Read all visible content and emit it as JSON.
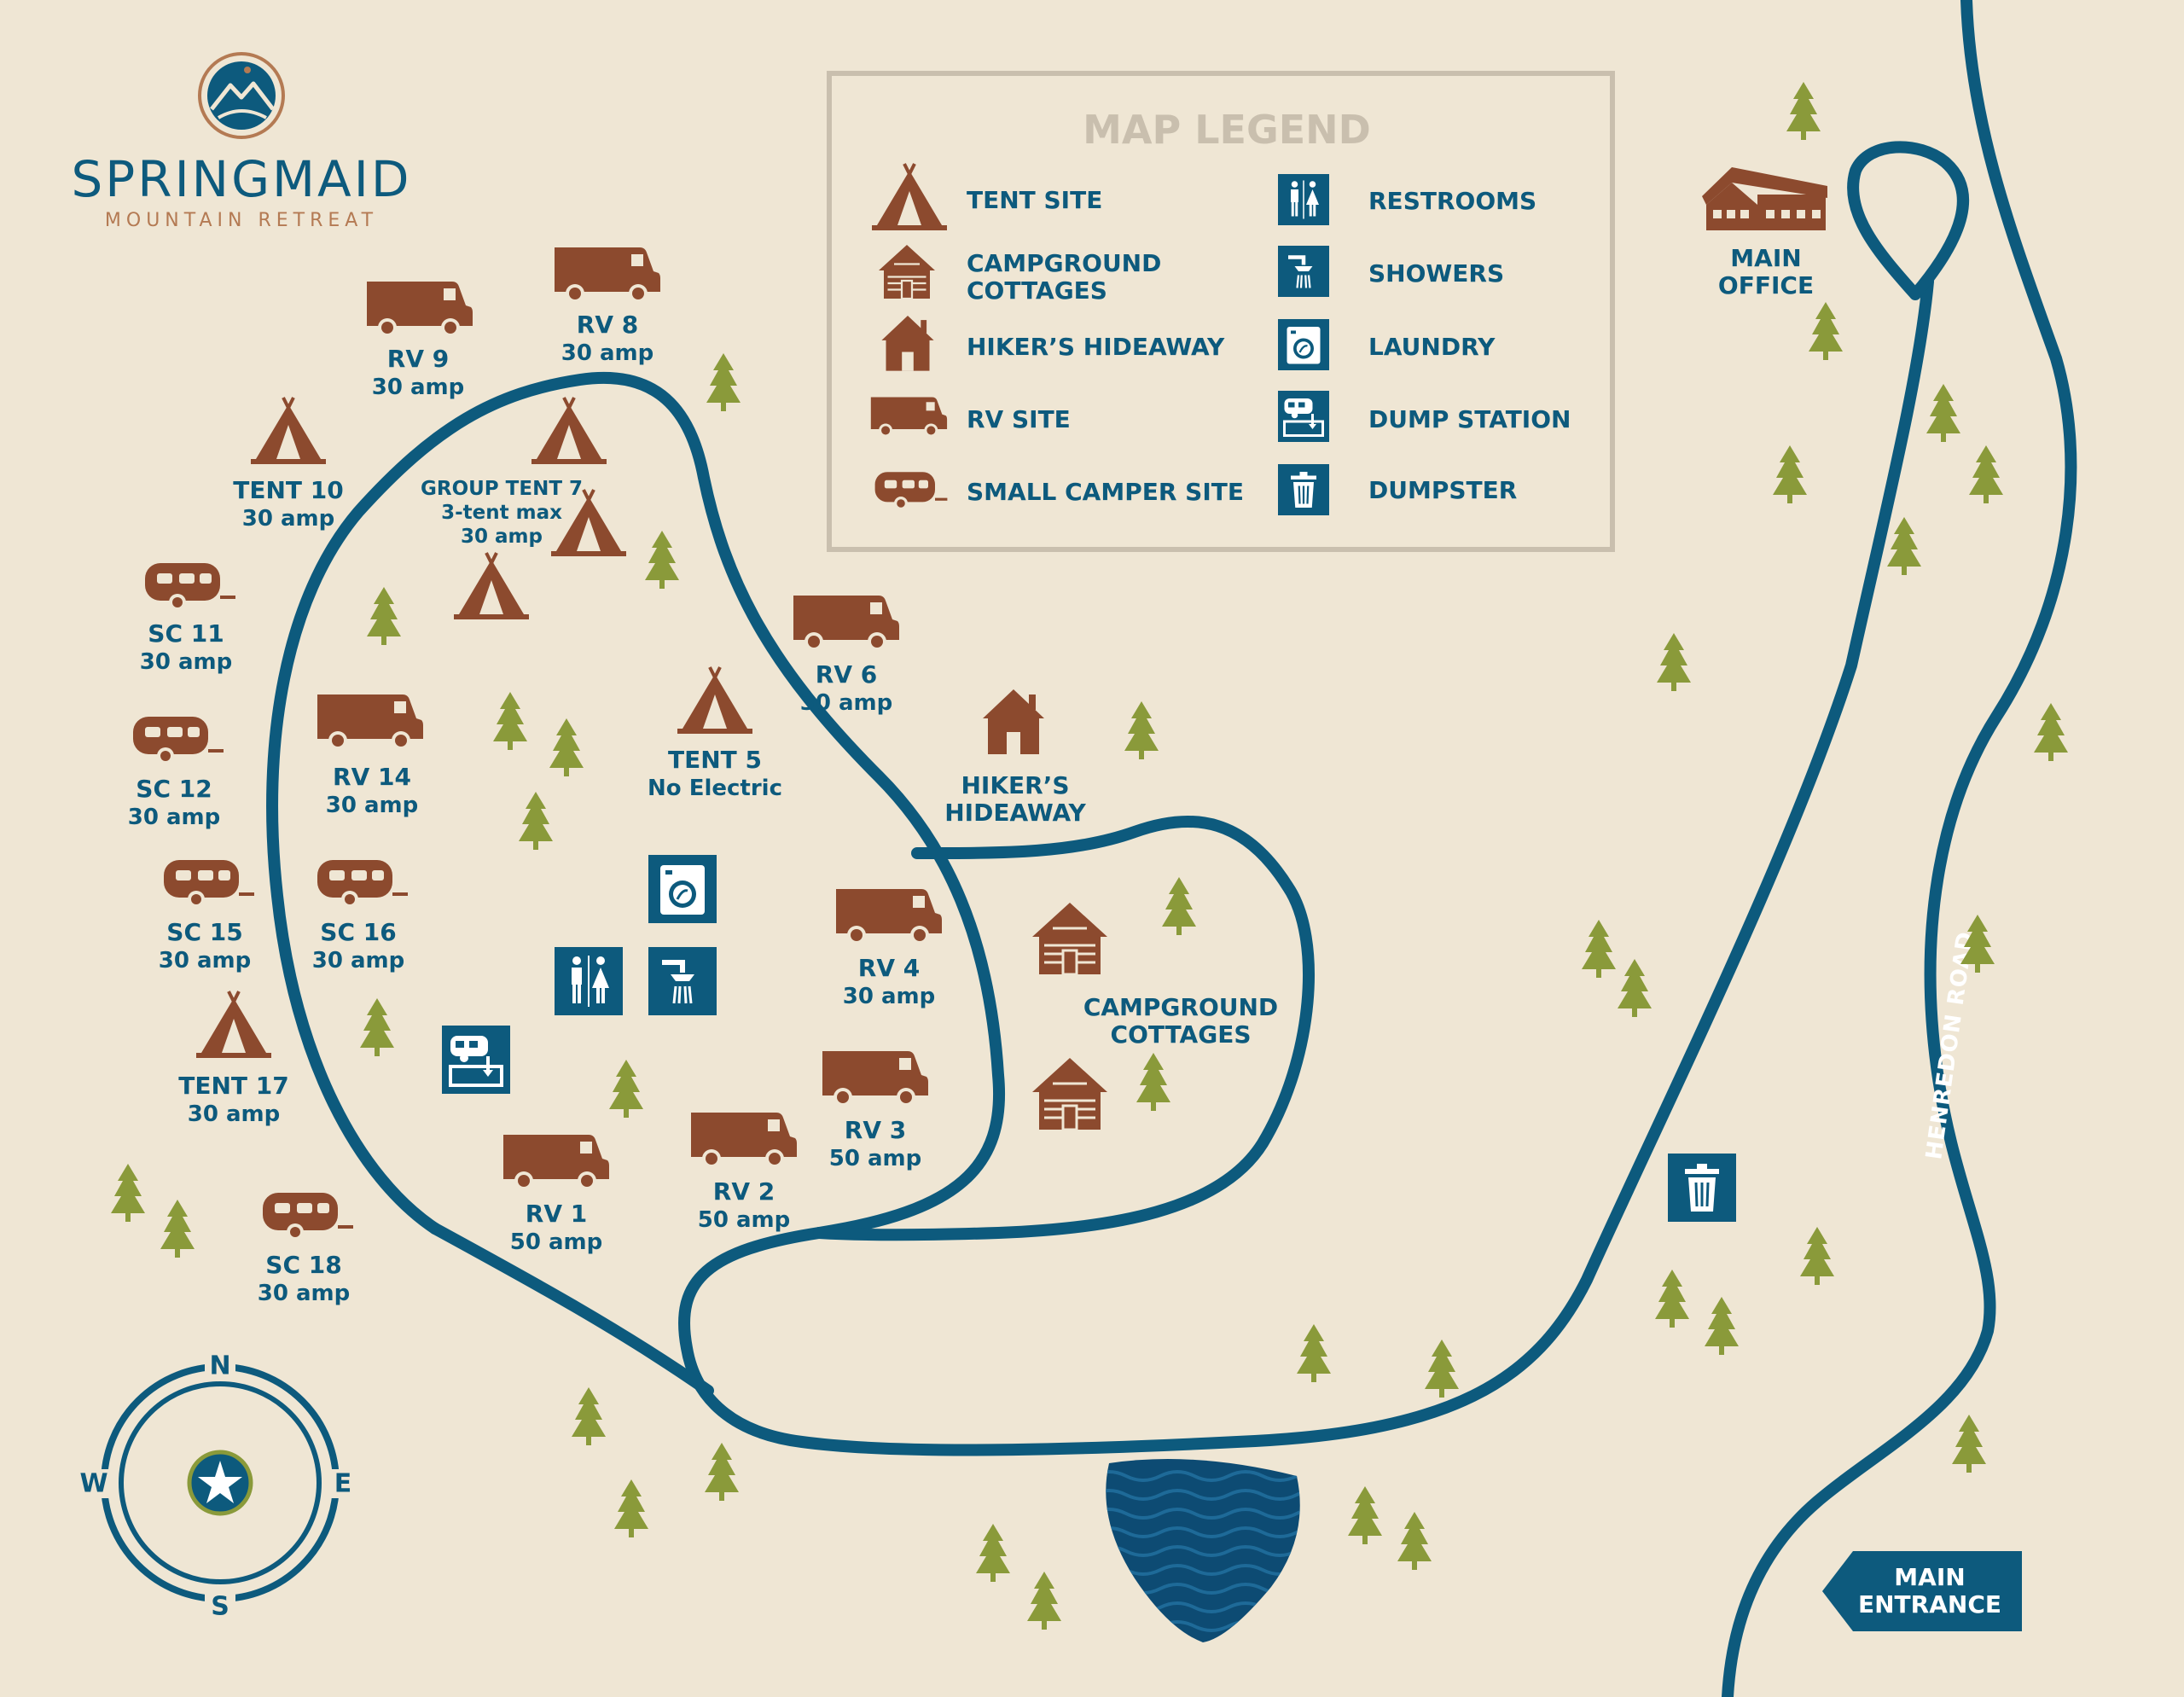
{
  "brand": {
    "name": "SPRINGMAID",
    "tagline": "MOUNTAIN RETREAT"
  },
  "legend": {
    "title": "MAP LEGEND",
    "items": [
      {
        "icon": "tent-icon",
        "label": "TENT SITE"
      },
      {
        "icon": "cottage-icon",
        "label_line1": "CAMPGROUND",
        "label_line2": "COTTAGES"
      },
      {
        "icon": "house-icon",
        "label": "HIKER’S HIDEAWAY"
      },
      {
        "icon": "rv-icon",
        "label": "RV SITE"
      },
      {
        "icon": "camper-icon",
        "label": "SMALL CAMPER SITE"
      },
      {
        "icon": "restroom-icon",
        "label": "RESTROOMS"
      },
      {
        "icon": "shower-icon",
        "label": "SHOWERS"
      },
      {
        "icon": "laundry-icon",
        "label": "LAUNDRY"
      },
      {
        "icon": "dump-station-icon",
        "label": "DUMP STATION"
      },
      {
        "icon": "dumpster-icon",
        "label": "DUMPSTER"
      }
    ]
  },
  "sites": {
    "rv9": {
      "name": "RV 9",
      "power": "30 amp"
    },
    "rv8": {
      "name": "RV 8",
      "power": "30 amp"
    },
    "tent10": {
      "name": "TENT 10",
      "power": "30 amp"
    },
    "tent7": {
      "name": "GROUP TENT 7",
      "note": "3-tent max",
      "power": "30 amp"
    },
    "sc11": {
      "name": "SC 11",
      "power": "30 amp"
    },
    "rv6": {
      "name": "RV 6",
      "power": "30 amp"
    },
    "tent5": {
      "name": "TENT 5",
      "power": "No Electric"
    },
    "rv14": {
      "name": "RV 14",
      "power": "30 amp"
    },
    "sc12": {
      "name": "SC 12",
      "power": "30 amp"
    },
    "sc15": {
      "name": "SC 15",
      "power": "30 amp"
    },
    "sc16": {
      "name": "SC 16",
      "power": "30 amp"
    },
    "rv4": {
      "name": "RV 4",
      "power": "30 amp"
    },
    "tent17": {
      "name": "TENT 17",
      "power": "30 amp"
    },
    "rv3": {
      "name": "RV 3",
      "power": "50 amp"
    },
    "rv2": {
      "name": "RV 2",
      "power": "50 amp"
    },
    "rv1": {
      "name": "RV 1",
      "power": "50 amp"
    },
    "sc18": {
      "name": "SC 18",
      "power": "30 amp"
    }
  },
  "places": {
    "hideaway": {
      "line1": "HIKER’S",
      "line2": "HIDEAWAY"
    },
    "cottages": {
      "line1": "CAMPGROUND",
      "line2": "COTTAGES"
    },
    "office": {
      "line1": "MAIN",
      "line2": "OFFICE"
    }
  },
  "road": {
    "name": "HENREDON ROAD"
  },
  "entrance": {
    "line1": "MAIN",
    "line2": "ENTRANCE"
  },
  "compass": {
    "n": "N",
    "s": "S",
    "e": "E",
    "w": "W"
  },
  "colors": {
    "background": "#efe6d4",
    "road": "#0d5a7d",
    "icon": "#8c4a2e",
    "tree": "#8a9a3a",
    "lake": "#0d4b73"
  }
}
